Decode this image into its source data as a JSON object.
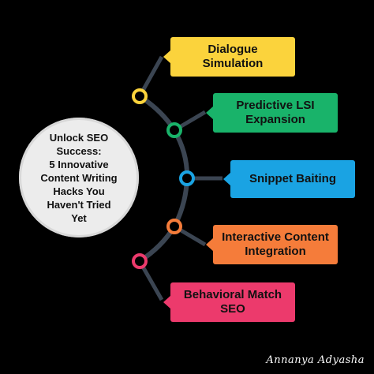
{
  "hub": {
    "title": "Unlock SEO\nSuccess:\n5 Innovative\nContent Writing\nHacks You\nHaven't Tried\nYet"
  },
  "items": [
    {
      "label": "Dialogue\nSimulation",
      "color": "#fbd33c",
      "text_color": "#111111",
      "node_color": "#fbd33c"
    },
    {
      "label": "Predictive LSI\nExpansion",
      "color": "#19b36a",
      "text_color": "#111111",
      "node_color": "#19b36a"
    },
    {
      "label": "Snippet Baiting",
      "color": "#1aa3e3",
      "text_color": "#111111",
      "node_color": "#1aa3e3"
    },
    {
      "label": "Interactive Content\nIntegration",
      "color": "#f57c3a",
      "text_color": "#111111",
      "node_color": "#f57c3a"
    },
    {
      "label": "Behavioral Match\nSEO",
      "color": "#ec3a6c",
      "text_color": "#111111",
      "node_color": "#ec3a6c"
    }
  ],
  "arc_color": "#3b4552",
  "signature": "Annanya Adyasha"
}
